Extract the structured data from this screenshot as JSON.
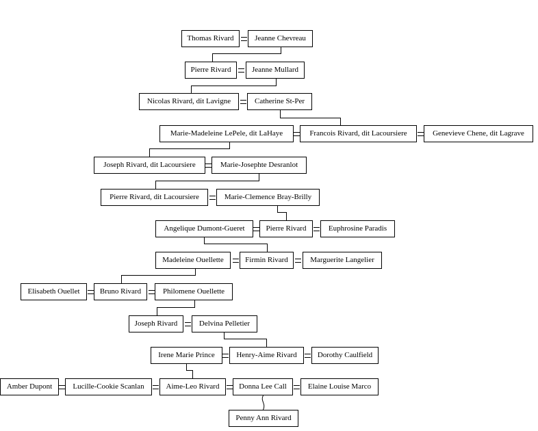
{
  "people": {
    "thomas_rivard": "Thomas Rivard",
    "jeanne_chevreau": "Jeanne Chevreau",
    "pierre_rivard_1": "Pierre Rivard",
    "jeanne_mullard": "Jeanne Mullard",
    "nicolas_rivard": "Nicolas Rivard, dit Lavigne",
    "catherine_st_per": "Catherine St-Per",
    "marie_madeleine_lepele": "Marie-Madeleine LePele, dit LaHaye",
    "francois_rivard": "Francois Rivard, dit Lacoursiere",
    "genevieve_chene": "Genevieve Chene, dit Lagrave",
    "joseph_rivard_1": "Joseph Rivard, dit Lacoursiere",
    "marie_josephte_desranlot": "Marie-Josephte Desranlot",
    "pierre_rivard_2": "Pierre Rivard, dit Lacoursiere",
    "marie_clemence_bray_brilly": "Marie-Clemence Bray-Brilly",
    "angelique_dumont_gueret": "Angelique Dumont-Gueret",
    "pierre_rivard_3": "Pierre Rivard",
    "euphrosine_paradis": "Euphrosine Paradis",
    "madeleine_ouellette": "Madeleine Ouellette",
    "firmin_rivard": "Firmin Rivard",
    "marguerite_langelier": "Marguerite Langelier",
    "elisabeth_ouellet": "Elisabeth Ouellet",
    "bruno_rivard": "Bruno Rivard",
    "philomene_ouellette": "Philomene Ouellette",
    "joseph_rivard_2": "Joseph Rivard",
    "delvina_pelletier": "Delvina Pelletier",
    "irene_marie_prince": "Irene Marie Prince",
    "henry_aime_rivard": "Henry-Aime Rivard",
    "dorothy_caulfield": "Dorothy Caulfield",
    "amber_dupont": "Amber Dupont",
    "lucille_cookie_scanlan": "Lucille-Cookie Scanlan",
    "aime_leo_rivard": "Aime-Leo Rivard",
    "donna_lee_call": "Donna Lee Call",
    "elaine_louise_marco": "Elaine Louise Marco",
    "penny_ann_rivard": "Penny Ann Rivard"
  },
  "colors": {
    "line": "#000000",
    "box_border": "#000000",
    "background": "#ffffff"
  }
}
